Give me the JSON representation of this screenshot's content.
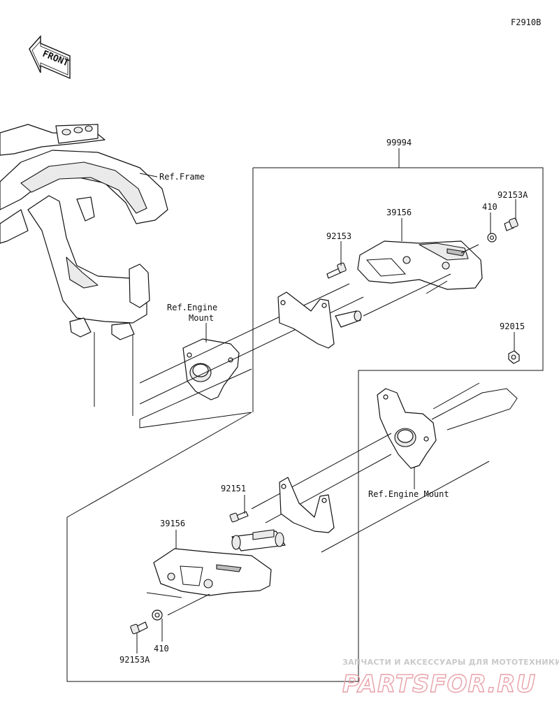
{
  "diagram_code": "F2910B",
  "front_label": "FRONT",
  "labels": {
    "kit": "99994",
    "ref_frame": "Ref.Frame",
    "ref_engine_mount_1a": "Ref.Engine",
    "ref_engine_mount_1b": "Mount",
    "ref_engine_mount_2": "Ref.Engine Mount",
    "part_92153a_top": "92153A",
    "part_410_top": "410",
    "part_39156_top": "39156",
    "part_92153_top": "92153",
    "part_92015": "92015",
    "part_92151": "92151",
    "part_39156_bottom": "39156",
    "part_410_bottom": "410",
    "part_92153a_bottom": "92153A"
  },
  "watermark": {
    "tagline": "ЗАПЧАСТИ И АКСЕССУАРЫ ДЛЯ МОТОТЕХНИКИ",
    "brand": "PARTSFOR.RU"
  }
}
